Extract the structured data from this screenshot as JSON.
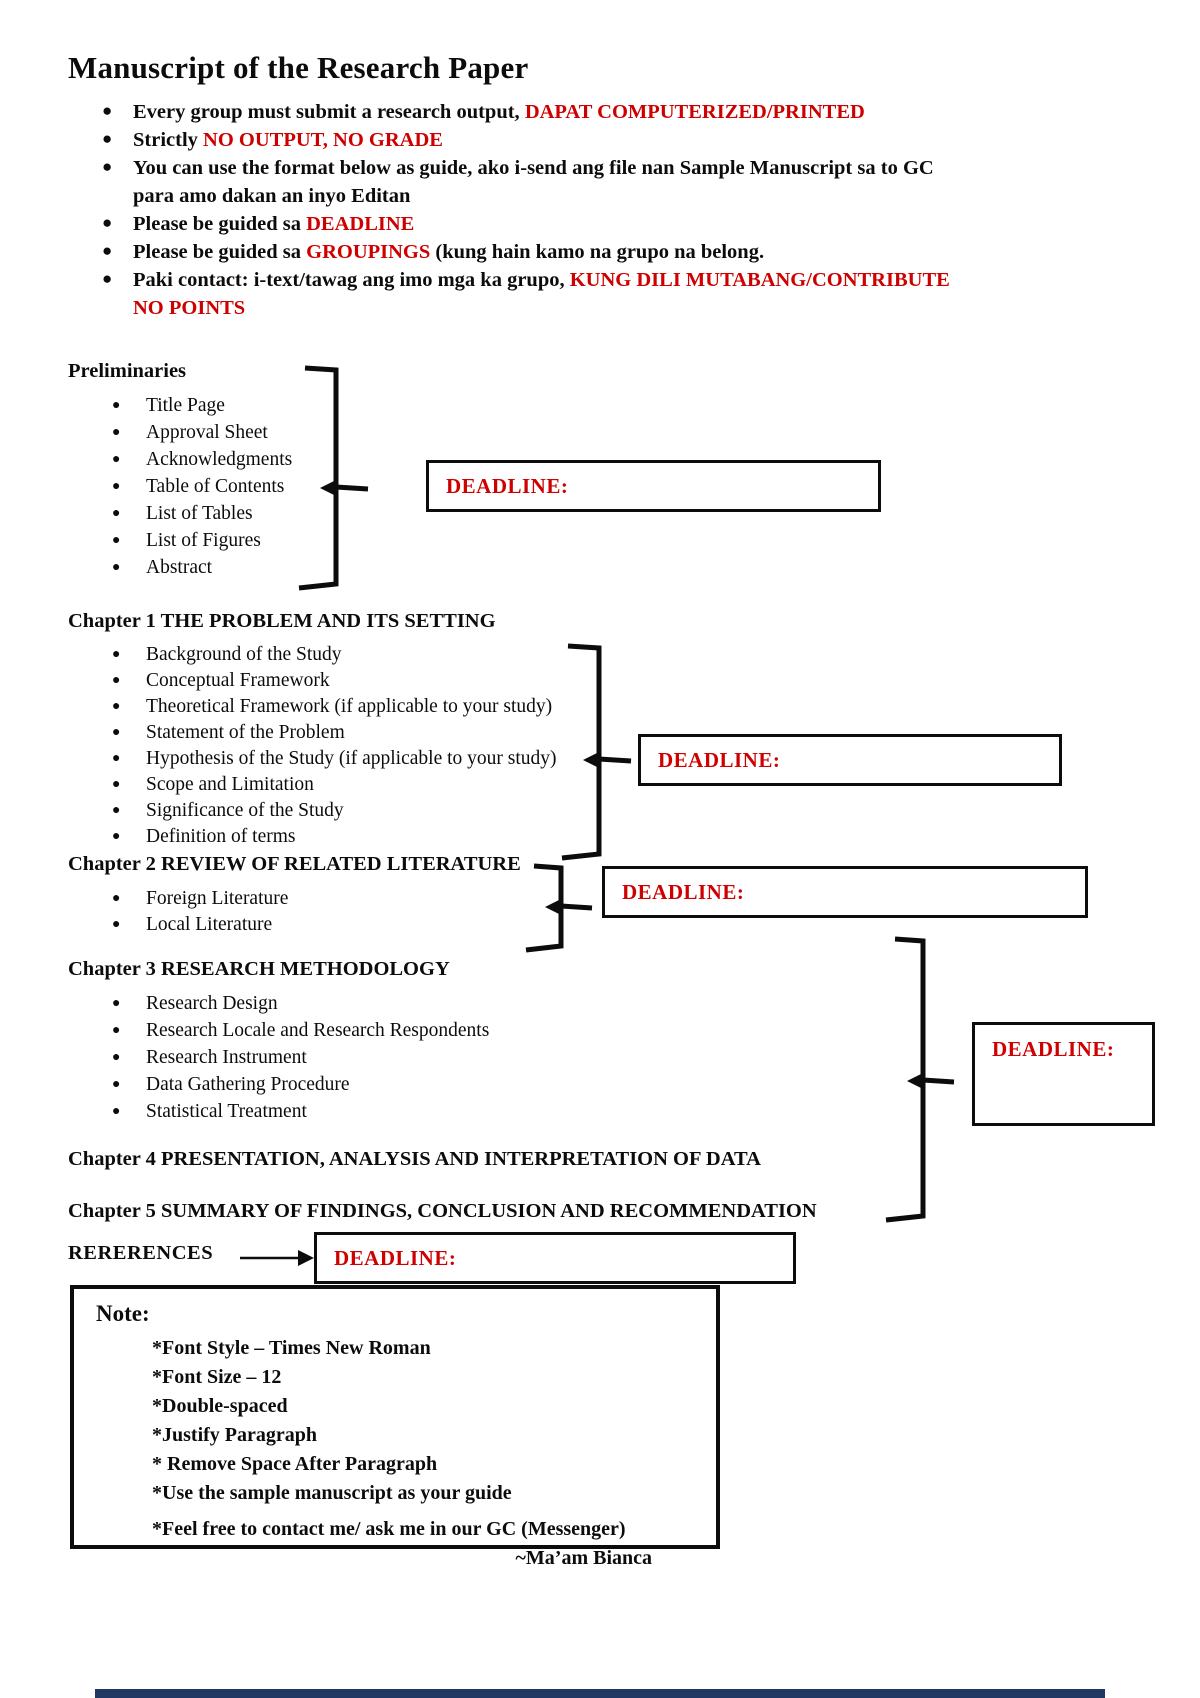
{
  "page": {
    "title": "Manuscript of the Research Paper"
  },
  "colors": {
    "accent_red": "#CE0000",
    "footer_navy": "#1F3864",
    "ink": "#0c0c0c"
  },
  "deadline": {
    "label": "DEADLINE:"
  },
  "intro": [
    {
      "text": "Every group must submit a research output, ",
      "red": "DAPAT COMPUTERIZED/PRINTED"
    },
    {
      "text": "Strictly ",
      "red": "NO OUTPUT, NO GRADE"
    },
    {
      "text": "You can use the format below as guide, ako i-send ang file nan Sample Manuscript sa to GC",
      "text2": "para amo dakan an inyo Editan"
    },
    {
      "text": "Please be guided sa ",
      "red": "DEADLINE"
    },
    {
      "text": "Please be guided sa ",
      "red": "GROUPINGS",
      "text2": " (kung hain kamo na grupo na belong."
    },
    {
      "text": "Paki contact: i-text/tawag ang imo mga ka grupo, ",
      "red": "KUNG DILI MUTABANG/CONTRIBUTE",
      "red2": "NO POINTS"
    }
  ],
  "sections": {
    "preliminaries": {
      "heading": "Preliminaries",
      "items": [
        "Title Page",
        "Approval Sheet",
        "Acknowledgments",
        "Table of Contents",
        "List of Tables",
        "List of Figures",
        "Abstract"
      ]
    },
    "chapter1": {
      "heading": "Chapter 1 THE PROBLEM AND ITS SETTING",
      "items": [
        "Background of the Study",
        "Conceptual Framework",
        "Theoretical Framework (if applicable to your study)",
        "Statement of the Problem",
        "Hypothesis of the Study (if applicable to your study)",
        "Scope and Limitation",
        "Significance of the Study",
        "Definition of terms"
      ]
    },
    "chapter2": {
      "heading": "Chapter 2 REVIEW OF RELATED LITERATURE",
      "items": [
        "Foreign Literature",
        "Local Literature"
      ]
    },
    "chapter3": {
      "heading": "Chapter 3 RESEARCH METHODOLOGY",
      "items": [
        "Research Design",
        "Research Locale and Research Respondents",
        "Research Instrument",
        "Data Gathering Procedure",
        "Statistical Treatment"
      ]
    },
    "chapter4": {
      "heading": "Chapter 4 PRESENTATION, ANALYSIS AND INTERPRETATION OF DATA"
    },
    "chapter5": {
      "heading": "Chapter 5 SUMMARY OF FINDINGS, CONCLUSION AND RECOMMENDATION"
    }
  },
  "references": {
    "label": "RERERENCES"
  },
  "note": {
    "heading": "Note:",
    "items": [
      "*Font Style – Times New Roman",
      "*Font Size – 12",
      "*Double-spaced",
      "*Justify Paragraph",
      "* Remove Space After Paragraph",
      "*Use the sample manuscript as your guide",
      "*Feel free to contact me/ ask me in our GC (Messenger)"
    ],
    "signature": "~Ma’am Bianca"
  }
}
